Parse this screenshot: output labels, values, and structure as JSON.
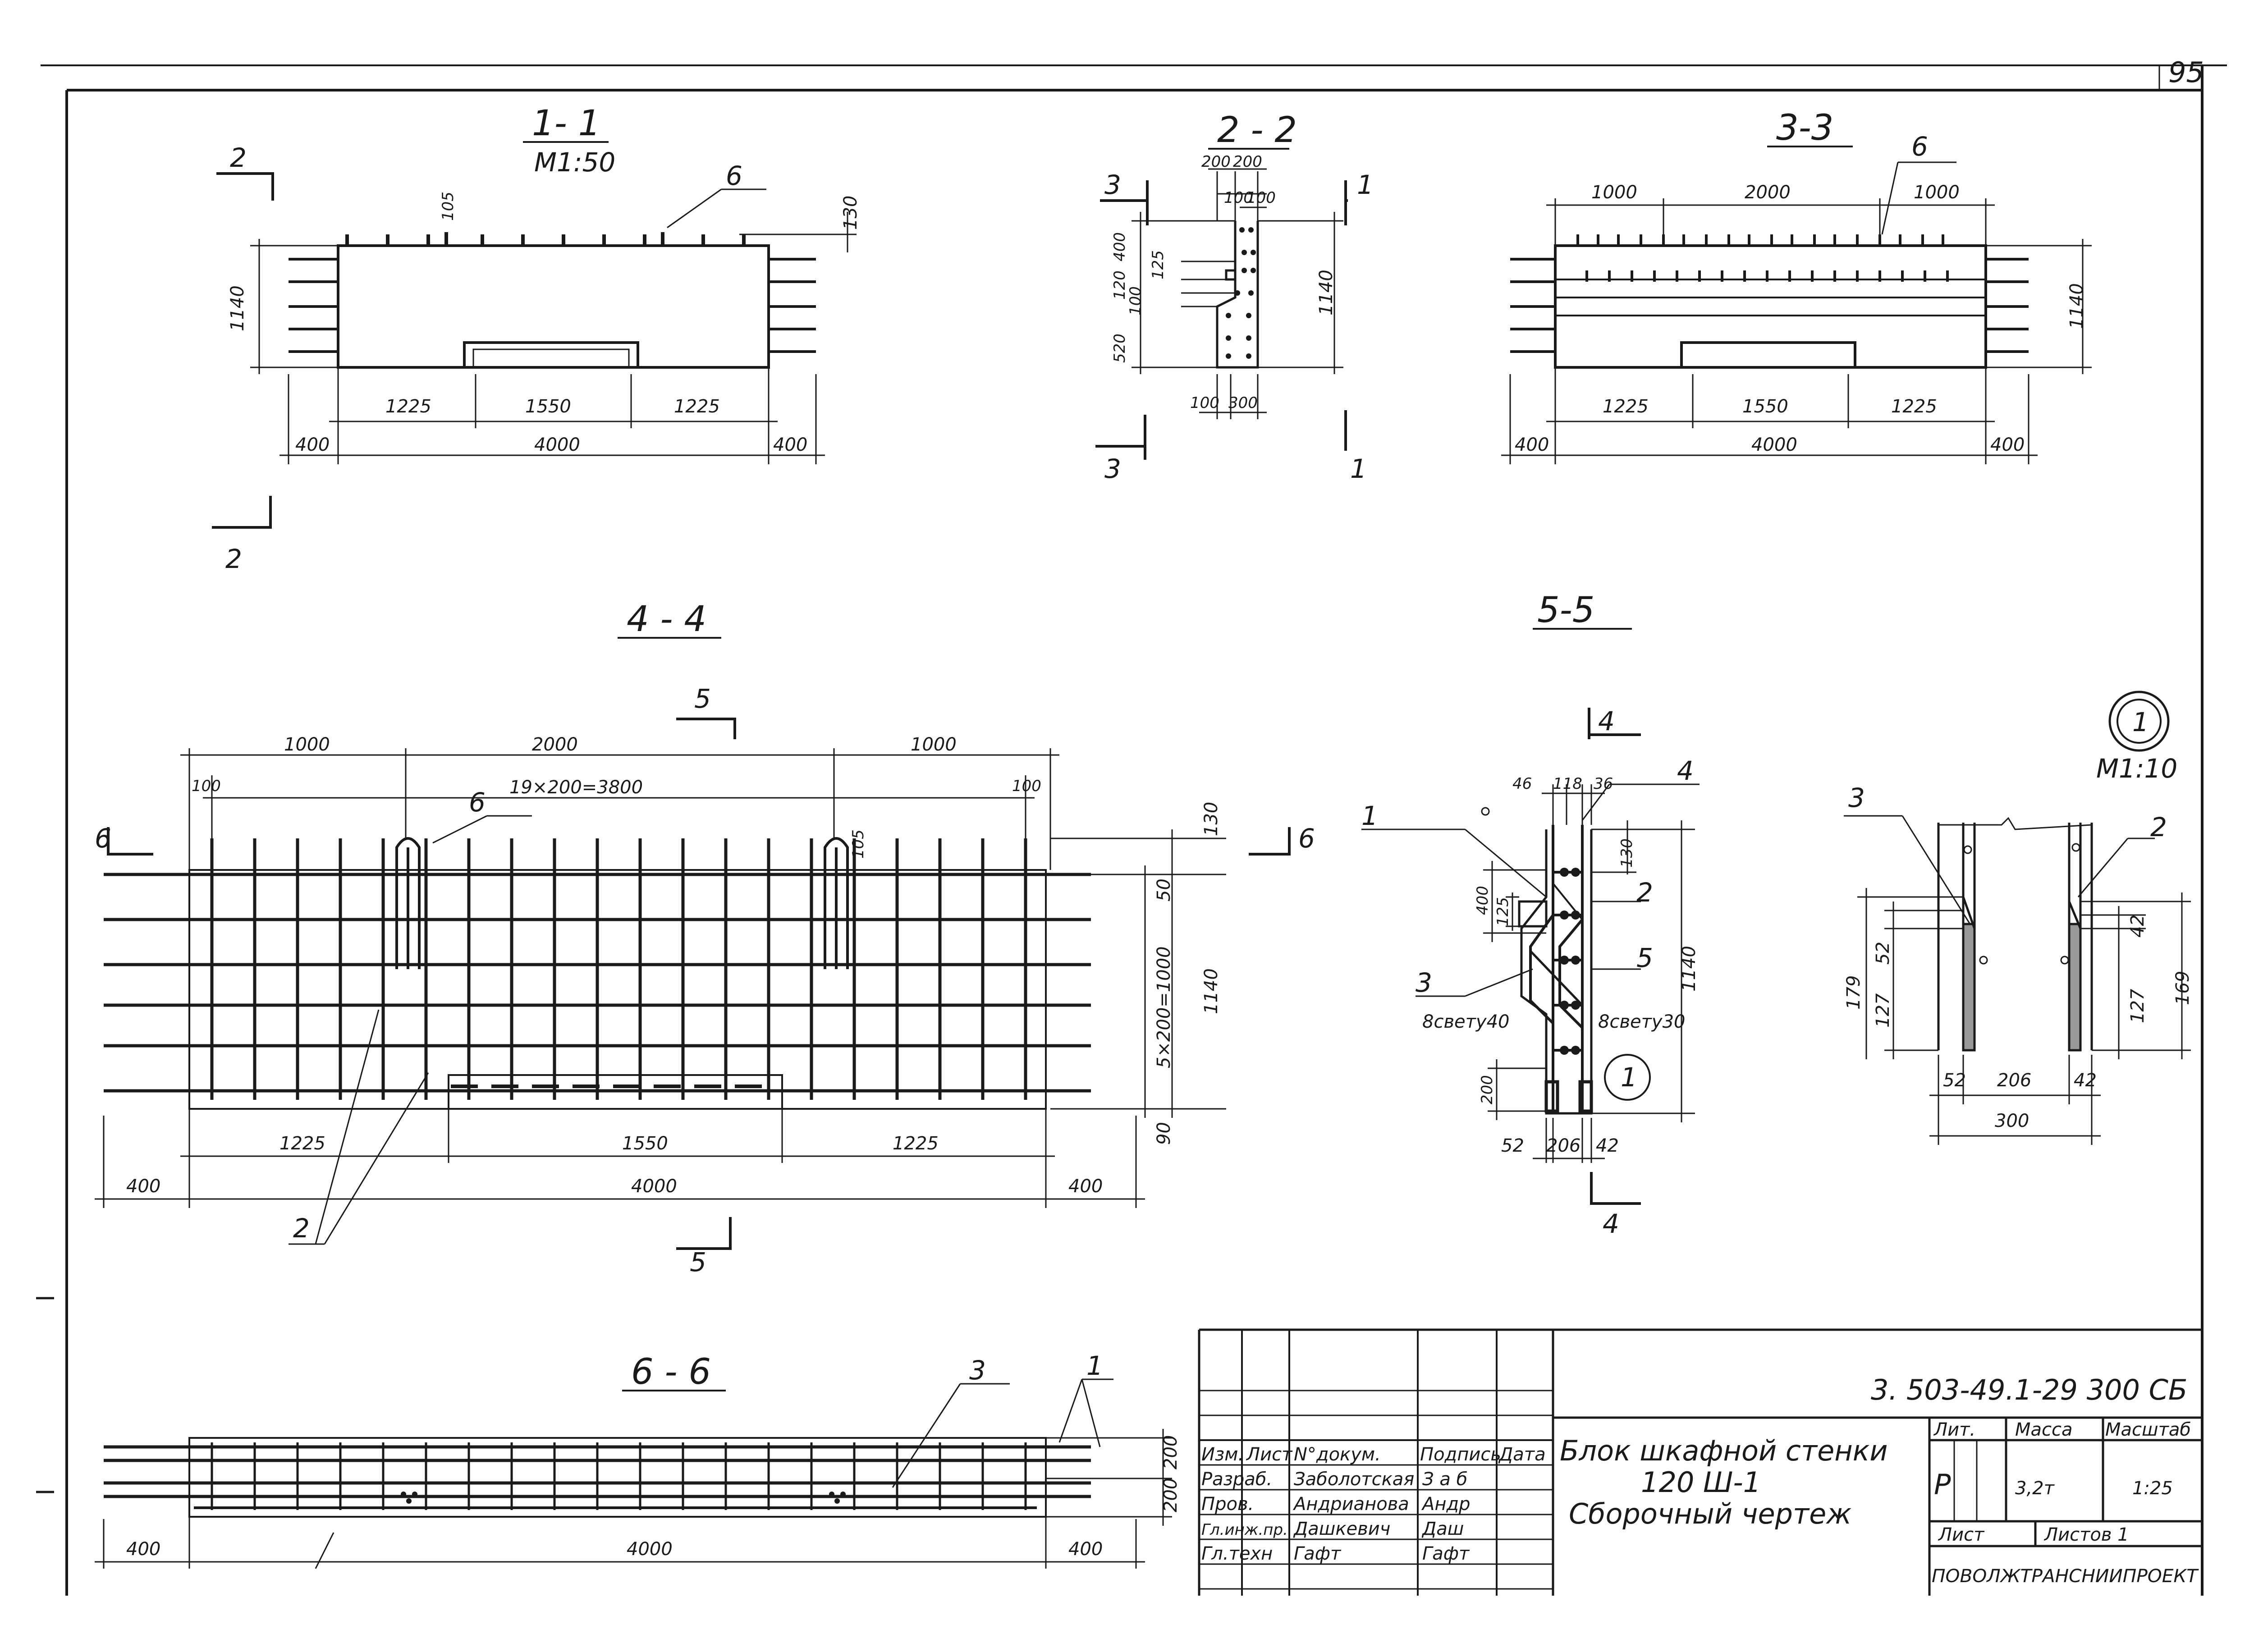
{
  "page_number": "95",
  "sections": {
    "s11": {
      "title": "1- 1",
      "scale": "М1:50"
    },
    "s22": {
      "title": "2 - 2"
    },
    "s33": {
      "title": "3-3"
    },
    "s44": {
      "title": "4 - 4"
    },
    "s55": {
      "title": "5-5"
    },
    "s66": {
      "title": "6 - 6"
    },
    "node": {
      "number": "1",
      "scale": "М1:10"
    }
  },
  "dims": {
    "d1140": "1140",
    "d1225": "1225",
    "d1550": "1550",
    "d4000": "4000",
    "d400": "400",
    "d1000": "1000",
    "d2000": "2000",
    "d130": "130",
    "d105": "105",
    "d200": "200",
    "d100": "100",
    "d300": "300",
    "d520": "520",
    "d120": "120",
    "d125": "125",
    "pitch": "19×200=3800",
    "pitch2": "5×200=1000",
    "d50": "50",
    "d90": "90",
    "d46": "46",
    "d118": "118",
    "d36": "36",
    "d52": "52",
    "d206": "206",
    "d42": "42",
    "d179": "179",
    "d127": "127",
    "d169": "169",
    "light40": "8свету40",
    "light30": "8свету30"
  },
  "marks": {
    "m1": "1",
    "m2": "2",
    "m3": "3",
    "m4": "4",
    "m5": "5",
    "m6": "6"
  },
  "title_block": {
    "doc_code": "3. 503-49.1-29 300 СБ",
    "title_line1": "Блок шкафной стенки",
    "title_line2": "120 Ш-1",
    "title_line3": "Сборочный чертеж",
    "hdr_izm": "Изм.",
    "hdr_list": "Лист",
    "hdr_doc": "N°докум.",
    "hdr_sign": "Подпись",
    "hdr_date": "Дата",
    "roles": [
      {
        "role": "Разраб.",
        "name": "Заболотская",
        "sign": "З а б"
      },
      {
        "role": "Пров.",
        "name": "Андрианова",
        "sign": "Андр"
      },
      {
        "role": "Гл.инж.пр.",
        "name": "Дашкевич",
        "sign": "Даш"
      },
      {
        "role": "Гл.техн",
        "name": "Гафт",
        "sign": "Гафт"
      }
    ],
    "lit_label": "Лит.",
    "mass_label": "Масса",
    "scale_label": "Масштаб",
    "lit_value": "Р",
    "mass_value": "3,2т",
    "scale_value": "1:25",
    "sheet_label": "Лист",
    "sheets_label": "Листов 1",
    "org": "ПОВОЛЖТРАНСНИИПРОЕКТ"
  }
}
